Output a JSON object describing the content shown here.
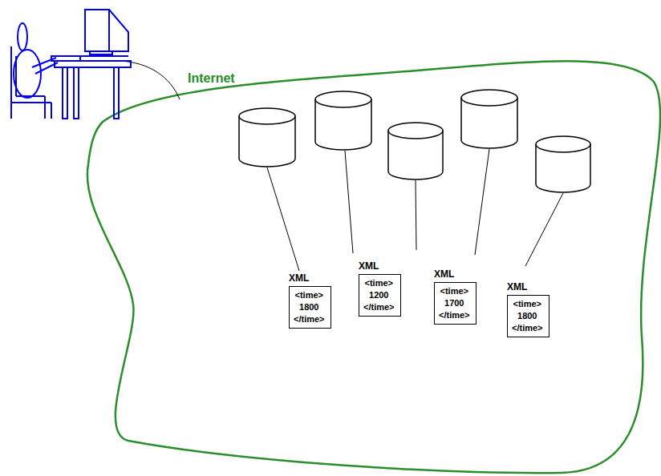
{
  "diagram": {
    "nodes": [
      {
        "text": [
          "XML",
          "<time> 1800 </time>"
        ]
      },
      {
        "text": [
          "XML",
          "<time> 1200 </time>"
        ]
      },
      {
        "text": [
          "XML",
          "<time> 1700 </time>"
        ]
      },
      {
        "text": [
          "XML",
          "<time> 1800 </time>"
        ]
      }
    ],
    "labels": [
      "Internet"
    ]
  }
}
